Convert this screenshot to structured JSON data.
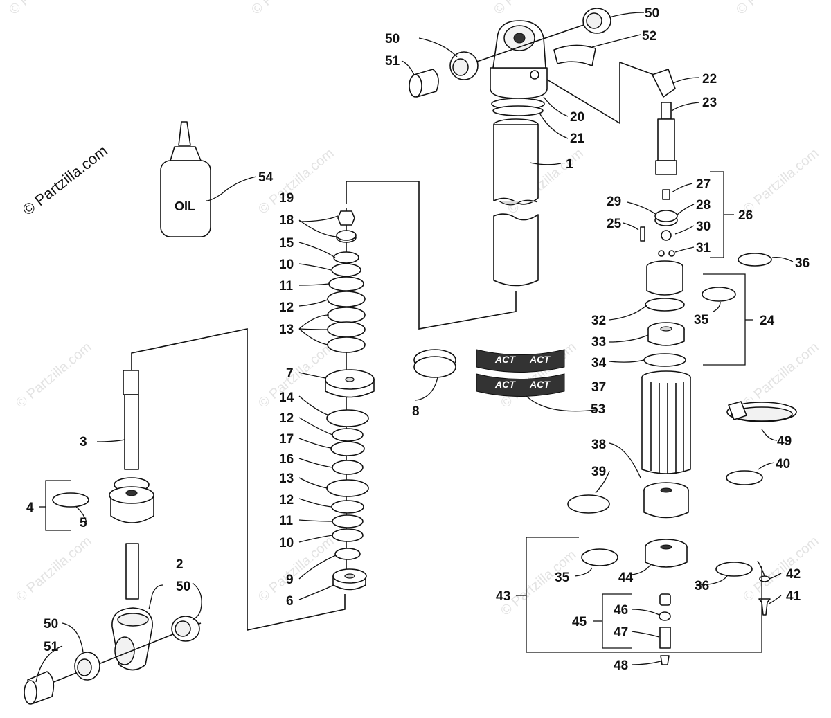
{
  "watermark": {
    "main": "© Partzilla.com",
    "faint": "© Partzilla.com"
  },
  "oil_label": "OIL",
  "decal_text": "ACT",
  "callouts": {
    "c1": "1",
    "c2": "2",
    "c3": "3",
    "c4": "4",
    "c5": "5",
    "c6": "6",
    "c7": "7",
    "c8": "8",
    "c9": "9",
    "c10a": "10",
    "c10b": "10",
    "c11a": "11",
    "c11b": "11",
    "c12a": "12",
    "c12b": "12",
    "c12c": "12",
    "c13a": "13",
    "c13b": "13",
    "c14": "14",
    "c15": "15",
    "c16": "16",
    "c17": "17",
    "c18": "18",
    "c19": "19",
    "c20": "20",
    "c21": "21",
    "c22": "22",
    "c23": "23",
    "c24": "24",
    "c25": "25",
    "c26": "26",
    "c27": "27",
    "c28": "28",
    "c29": "29",
    "c30": "30",
    "c31": "31",
    "c32": "32",
    "c33": "33",
    "c34": "34",
    "c35a": "35",
    "c35b": "35",
    "c36a": "36",
    "c36b": "36",
    "c37": "37",
    "c38": "38",
    "c39": "39",
    "c40": "40",
    "c41": "41",
    "c42": "42",
    "c43": "43",
    "c44": "44",
    "c45": "45",
    "c46": "46",
    "c47": "47",
    "c48": "48",
    "c49": "49",
    "c50a": "50",
    "c50b": "50",
    "c50c": "50",
    "c50d": "50",
    "c51a": "51",
    "c51b": "51",
    "c52": "52",
    "c53": "53",
    "c54": "54"
  }
}
